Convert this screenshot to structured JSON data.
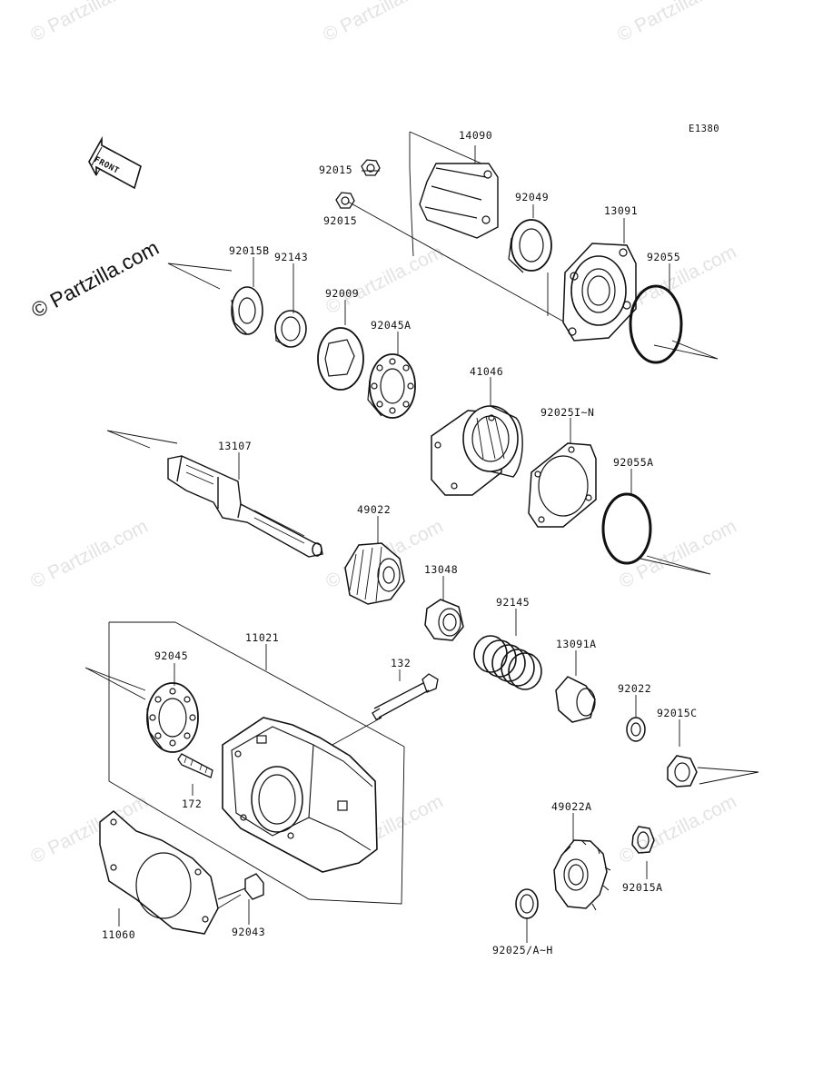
{
  "diagram_code": "E1380",
  "front_label": "FRONT",
  "watermark": "© Partzilla.com",
  "brand_watermark": "© Partzilla.com",
  "parts": {
    "p14090": "14090",
    "p92015_top": "92015",
    "p92015_mid": "92015",
    "p92049": "92049",
    "p13091": "13091",
    "p92055": "92055",
    "p92015B": "92015B",
    "p92143": "92143",
    "p92009": "92009",
    "p92045A": "92045A",
    "p41046": "41046",
    "p92025IN": "92025I~N",
    "p92055A": "92055A",
    "p13107": "13107",
    "p49022": "49022",
    "p13048": "13048",
    "p92145": "92145",
    "p13091A": "13091A",
    "p92022": "92022",
    "p92015C": "92015C",
    "p92045": "92045",
    "p11021": "11021",
    "p132": "132",
    "p172": "172",
    "p49022A": "49022A",
    "p92015A": "92015A",
    "p11060": "11060",
    "p92043": "92043",
    "p92025AH": "92025/A~H"
  }
}
